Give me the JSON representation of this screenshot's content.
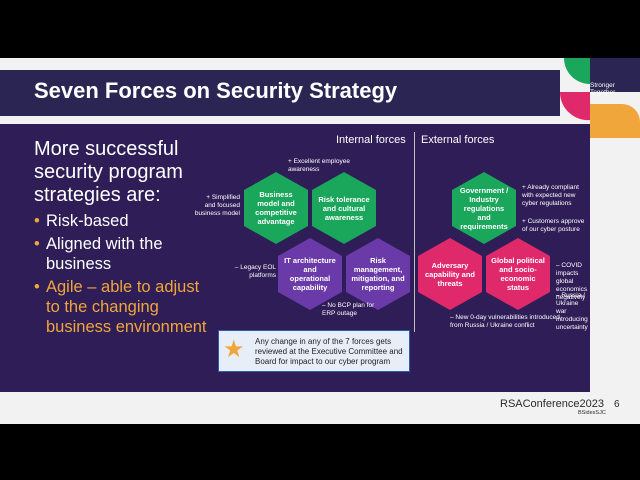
{
  "slide": {
    "title": "Seven Forces on Security Strategy",
    "lead": "More successful security program strategies are:",
    "bullets": [
      "Risk-based",
      "Aligned with the business",
      "Agile – able to adjust to the changing business environment"
    ],
    "internal_header": "Internal forces",
    "external_header": "External forces",
    "hexagons": [
      {
        "label": "Business model and competitive advantage",
        "color": "#1aa65b"
      },
      {
        "label": "Risk tolerance and cultural awareness",
        "color": "#1aa65b"
      },
      {
        "label": "IT architecture and operational capability",
        "color": "#6a3aa8"
      },
      {
        "label": "Risk management, mitigation, and reporting",
        "color": "#6a3aa8"
      },
      {
        "label": "Government / Industry regulations and requirements",
        "color": "#1aa65b"
      },
      {
        "label": "Adversary capability and threats",
        "color": "#e0296a"
      },
      {
        "label": "Global political and socio-economic status",
        "color": "#e0296a"
      }
    ],
    "notes": {
      "simplified": "+ Simplified and focused business model",
      "employee": "+ Excellent employee awareness",
      "legacy": "– Legacy EOL platforms",
      "bcp": "– No BCP plan for ERP outage",
      "compliant": "+ Already compliant with expected new cyber regulations",
      "customers": "+ Customers approve of our cyber posture",
      "covid": "– COVID impacts global economics negatively",
      "russia": "– Russia / Ukraine war introducing uncertainty",
      "vulns": "– New 0-day vulnerabilities introduced from Russia / Ukraine conflict"
    },
    "callout": "Any change in any of the 7 forces gets reviewed at the Executive Committee and Board for impact to our cyber program",
    "stronger_together": "Stronger Together",
    "footer_brand": "RSAConference2023",
    "footer_sub": "BSidesSJC",
    "page_number": "6"
  },
  "colors": {
    "title_bar": "#2a2552",
    "body_bg": "#2e1d56",
    "accent_orange": "#f0a63b",
    "green": "#1aa65b",
    "purple": "#6a3aa8",
    "magenta": "#e0296a"
  }
}
